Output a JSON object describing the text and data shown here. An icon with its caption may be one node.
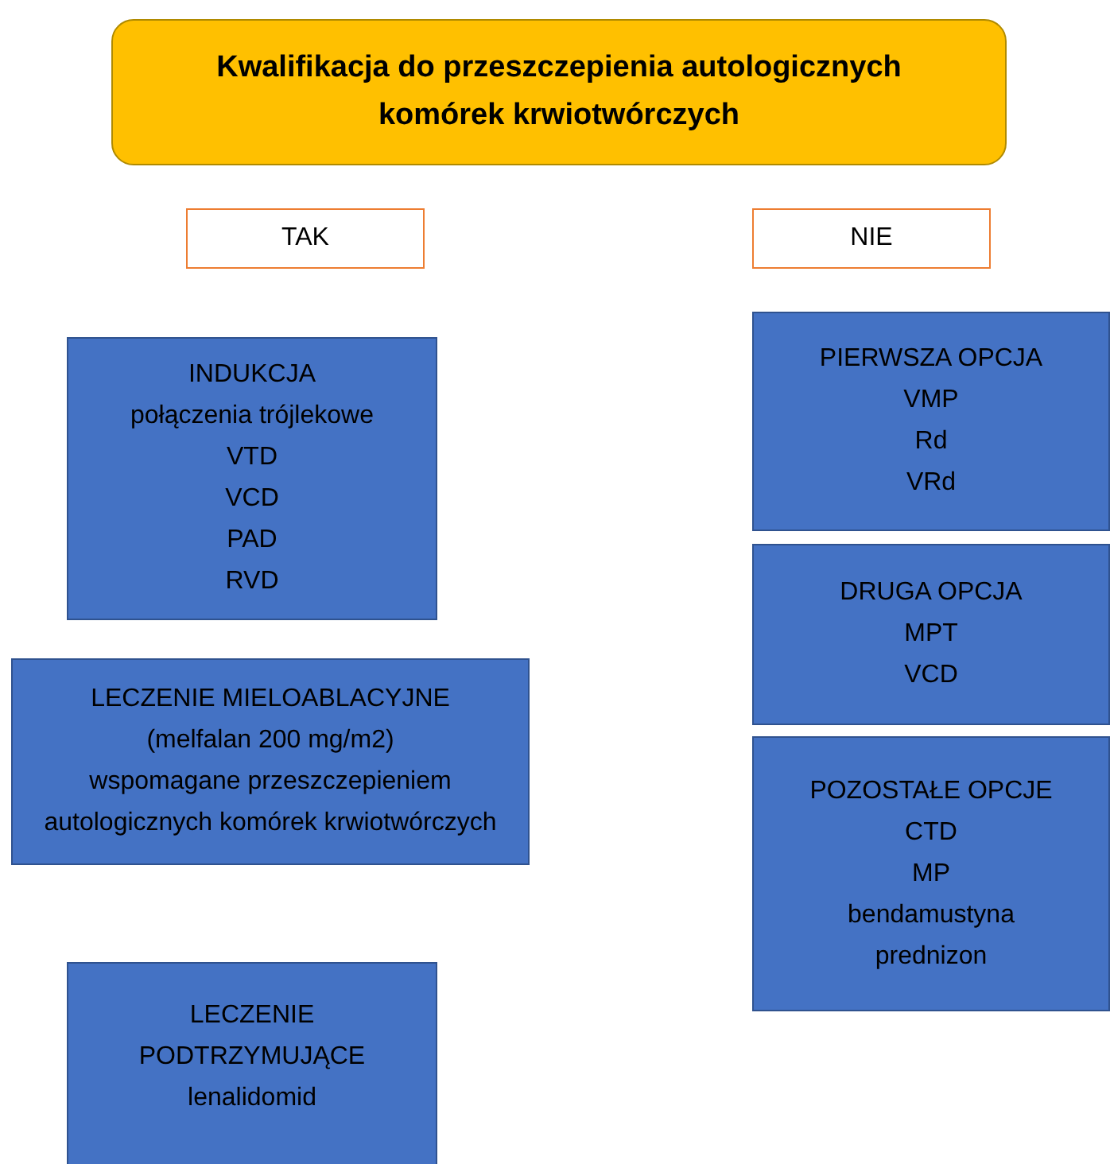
{
  "diagram": {
    "nodes": [
      {
        "text": [
          "Kwalifikacja do przeszczepienia autologicznych komórek krwiotwórczych"
        ]
      },
      {
        "text": [
          "TAK"
        ]
      },
      {
        "text": [
          "NIE"
        ]
      },
      {
        "text": [
          "INDUKCJA",
          "połączenia trójlekowe",
          "VTD",
          "VCD",
          "PAD",
          "RVD"
        ]
      },
      {
        "text": [
          "PIERWSZA OPCJA",
          "VMP",
          "Rd",
          "VRd"
        ]
      },
      {
        "text": [
          "DRUGA OPCJA",
          "MPT",
          "VCD"
        ]
      },
      {
        "text": [
          "LECZENIE MIELOABLACYJNE",
          "(melfalan 200 mg/m2)",
          "wspomagane przeszczepieniem autologicznych komórek krwiotwórczych"
        ]
      },
      {
        "text": [
          "POZOSTAŁE OPCJE",
          "CTD",
          "MP",
          "bendamustyna",
          "prednizon"
        ]
      },
      {
        "text": [
          "LECZENIE PODTRZYMUJĄCE",
          "lenalidomid"
        ]
      }
    ]
  }
}
